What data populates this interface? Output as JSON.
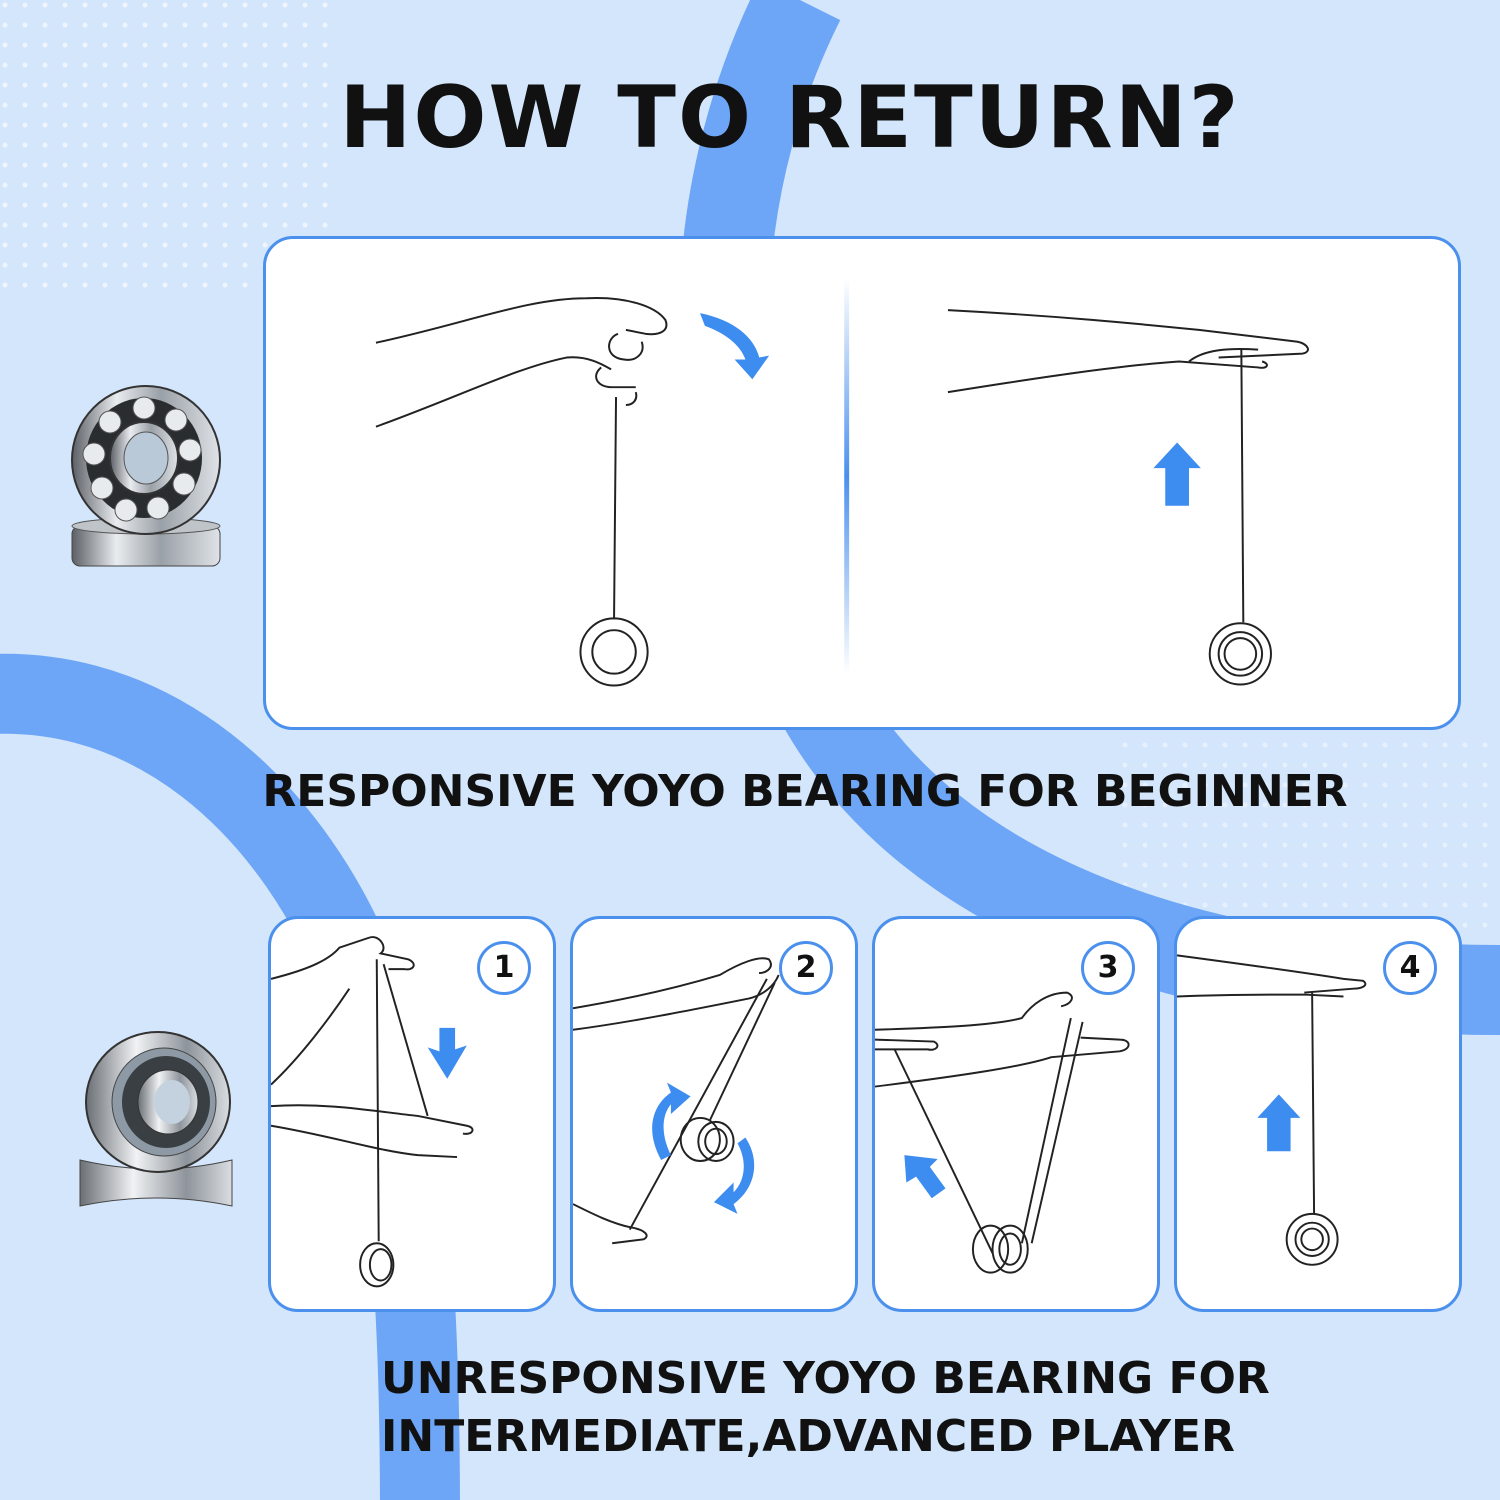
{
  "header": {
    "title": "HOW TO RETURN?"
  },
  "responsive_section": {
    "caption": "RESPONSIVE YOYO BEARING FOR BEGINNER",
    "icons": [
      "hand-icon",
      "curved-arrow-icon",
      "up-arrow-icon",
      "yoyo-icon"
    ]
  },
  "unresponsive_section": {
    "caption_line1": "UNRESPONSIVE YOYO BEARING FOR",
    "caption_line2": "INTERMEDIATE,ADVANCED PLAYER",
    "steps": [
      {
        "number": "1",
        "icon": "down-arrow-icon"
      },
      {
        "number": "2",
        "icon": "rotate-arrows-icon"
      },
      {
        "number": "3",
        "icon": "diagonal-arrow-icon"
      },
      {
        "number": "4",
        "icon": "up-arrow-icon"
      }
    ]
  },
  "colors": {
    "background": "#d4e6fb",
    "accent": "#4a90ec",
    "arrow": "#3d8cf0",
    "band": "#6ea6f7"
  }
}
